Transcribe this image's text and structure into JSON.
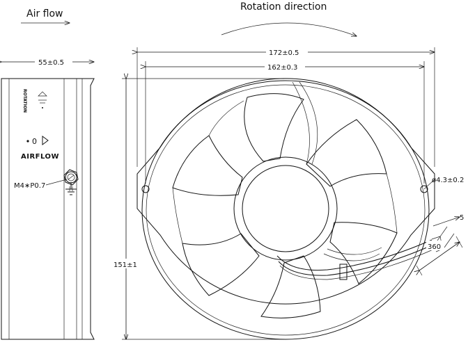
{
  "labels": {
    "air_flow": "Air flow",
    "rotation_direction": "Rotation direction",
    "airflow_mark": "AIRFLOW",
    "rotation_mark": "ROTATION",
    "zero_mark": "0",
    "screw": "M4∗P0.7"
  },
  "dimensions": {
    "depth": "55±0.5",
    "width_total": "172±0.5",
    "hole_pitch": "162±0.3",
    "height": "151±1",
    "hole_diameter": "ø4.3±0.2",
    "lead_strip": "5",
    "lead_length": "360"
  }
}
